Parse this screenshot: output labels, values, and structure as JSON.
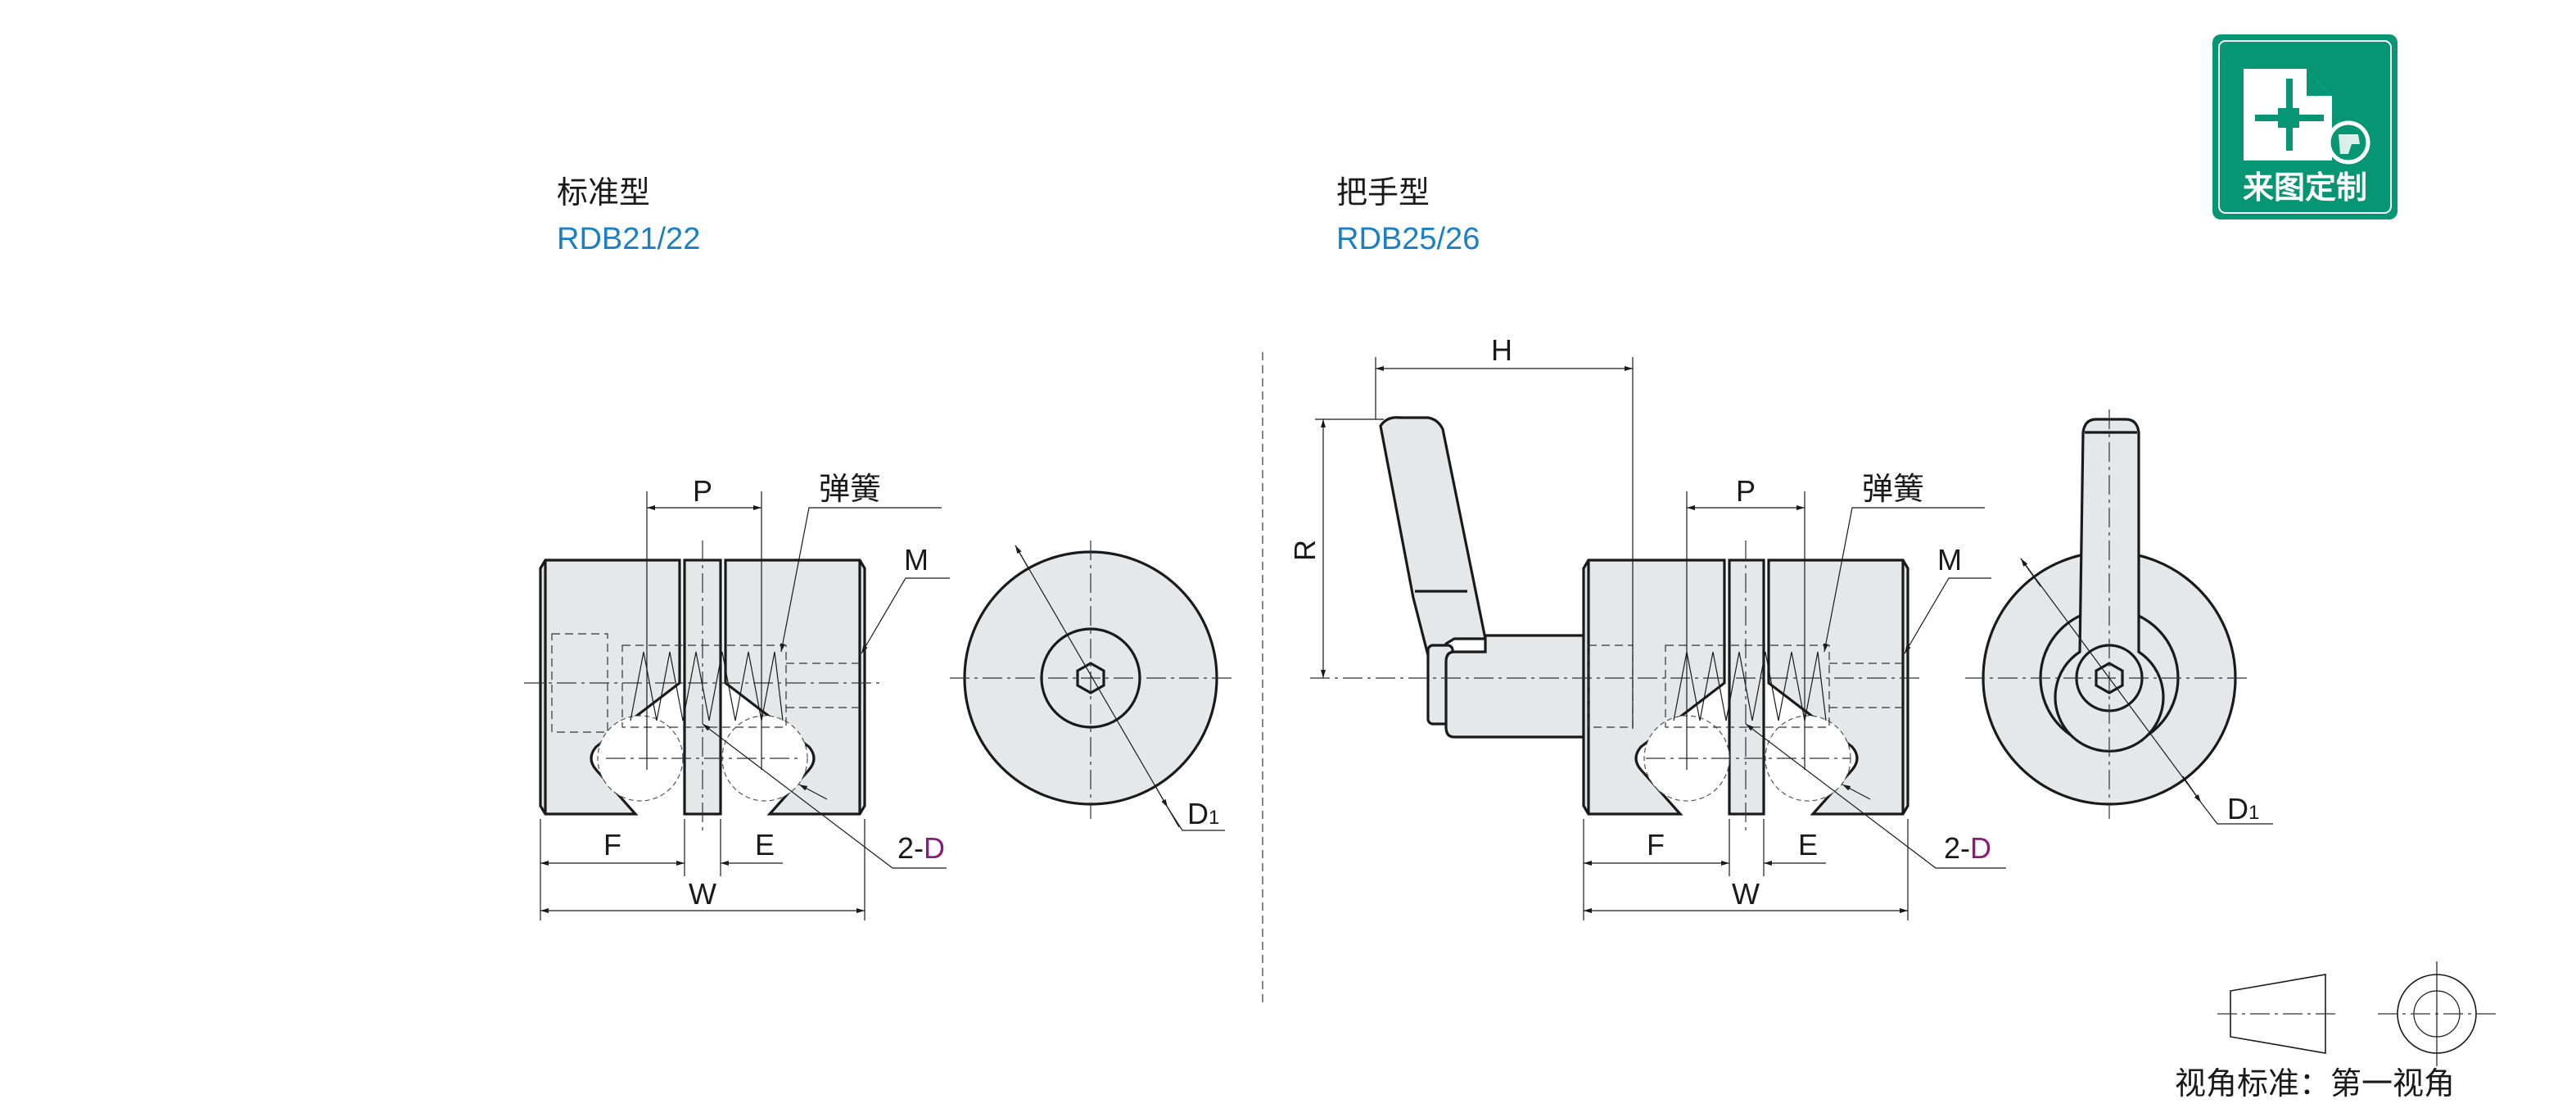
{
  "standard": {
    "title": "标准型",
    "model": "RDB21/22"
  },
  "handle_type": {
    "title": "把手型",
    "model": "RDB25/26"
  },
  "dimensions": {
    "P": "P",
    "spring": "弹簧",
    "M": "M",
    "F": "F",
    "E": "E",
    "W": "W",
    "D_prefix": "2-",
    "D": "D",
    "D1": "D",
    "D1_sub": "1",
    "H": "H",
    "R": "R"
  },
  "badge": {
    "label": "来图定制",
    "icon": "drawing-document-icon",
    "color": "#079673"
  },
  "projection": {
    "label": "视角标准：第一视角"
  },
  "colors": {
    "model_text": "#1a7fc4",
    "D_highlight": "#8b1a7f",
    "part_fill": "#e6e7e9"
  }
}
